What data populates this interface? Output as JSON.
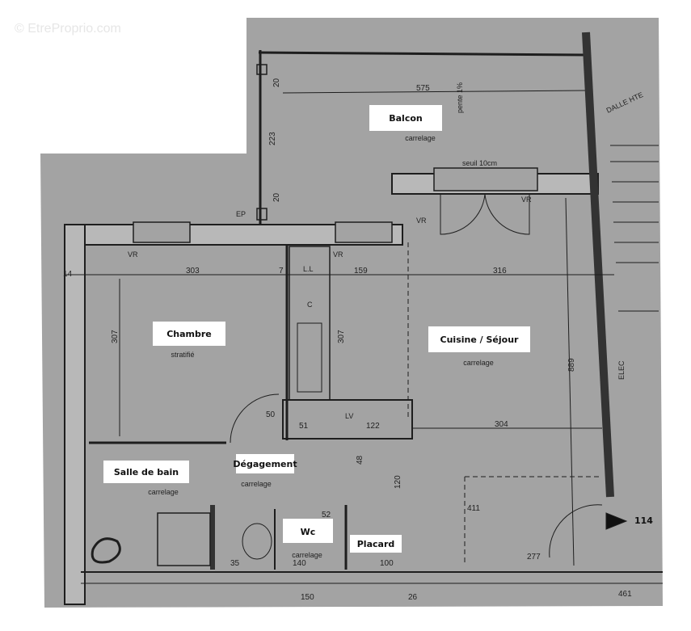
{
  "watermark": "© EtreProprio.com",
  "colors": {
    "paper": "#a3a3a3",
    "line": "#1e1e1e",
    "label_bg": "#ffffff"
  },
  "rooms": {
    "balcon": {
      "label": "Balcon",
      "floor": "carrelage"
    },
    "chambre": {
      "label": "Chambre",
      "floor": "stratifié"
    },
    "cuisine": {
      "label": "Cuisine / Séjour",
      "floor": "carrelage"
    },
    "sdb": {
      "label": "Salle de bain",
      "floor": "carrelage"
    },
    "degagement": {
      "label": "Dégagement",
      "floor": "carrelage"
    },
    "wc": {
      "label": "Wc",
      "floor": "carrelage"
    },
    "placard": {
      "label": "Placard"
    }
  },
  "annotations": {
    "vr": "VR",
    "ll": "L.L",
    "c": "C",
    "lv": "LV",
    "ep": "EP",
    "pente": "pente 1%",
    "seuil": "seuil 10cm",
    "elec": "ELEC",
    "dalle": "DALLE HTE"
  },
  "dimensions": {
    "balcon_width": "575",
    "balcon_depth": "223",
    "d20a": "20",
    "d20b": "20",
    "d14": "14",
    "chambre_width": "303",
    "d7": "7",
    "d159": "159",
    "sejour_width": "316",
    "chambre_depth": "307",
    "kitchen_depth": "307",
    "d304": "304",
    "d50": "50",
    "d51": "51",
    "d52": "52",
    "d122": "122",
    "d120": "120",
    "d889": "889",
    "d411": "411",
    "d277": "277",
    "d140": "140",
    "d100": "100",
    "d150": "150",
    "d48": "48",
    "d35": "35",
    "d461": "461",
    "d26": "26",
    "d114": "114"
  }
}
